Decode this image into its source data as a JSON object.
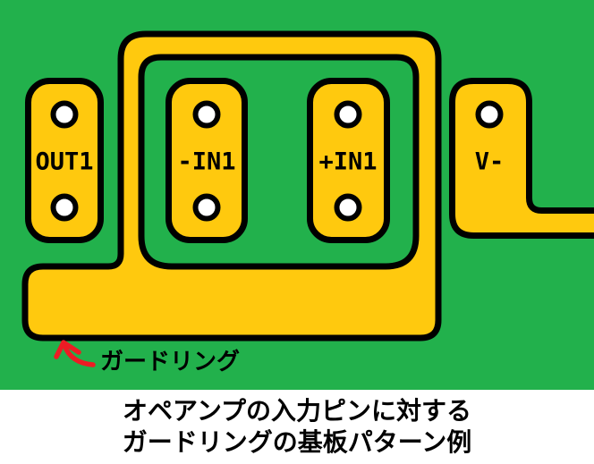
{
  "board": {
    "colors": {
      "board_green": "#22B14C",
      "copper_yellow": "#FFC90E",
      "outline_black": "#000000",
      "hole_white": "#FFFFFF",
      "arrow_red": "#ED1C24",
      "label_black": "#000000"
    },
    "pads": [
      {
        "label": "OUT1"
      },
      {
        "label": "-IN1"
      },
      {
        "label": "+IN1"
      },
      {
        "label": "V-"
      }
    ],
    "annotation": {
      "guard_ring_label": "ガードリング"
    }
  },
  "caption": {
    "line1": "オペアンプの入力ピンに対する",
    "line2": "ガードリングの基板パターン例"
  }
}
